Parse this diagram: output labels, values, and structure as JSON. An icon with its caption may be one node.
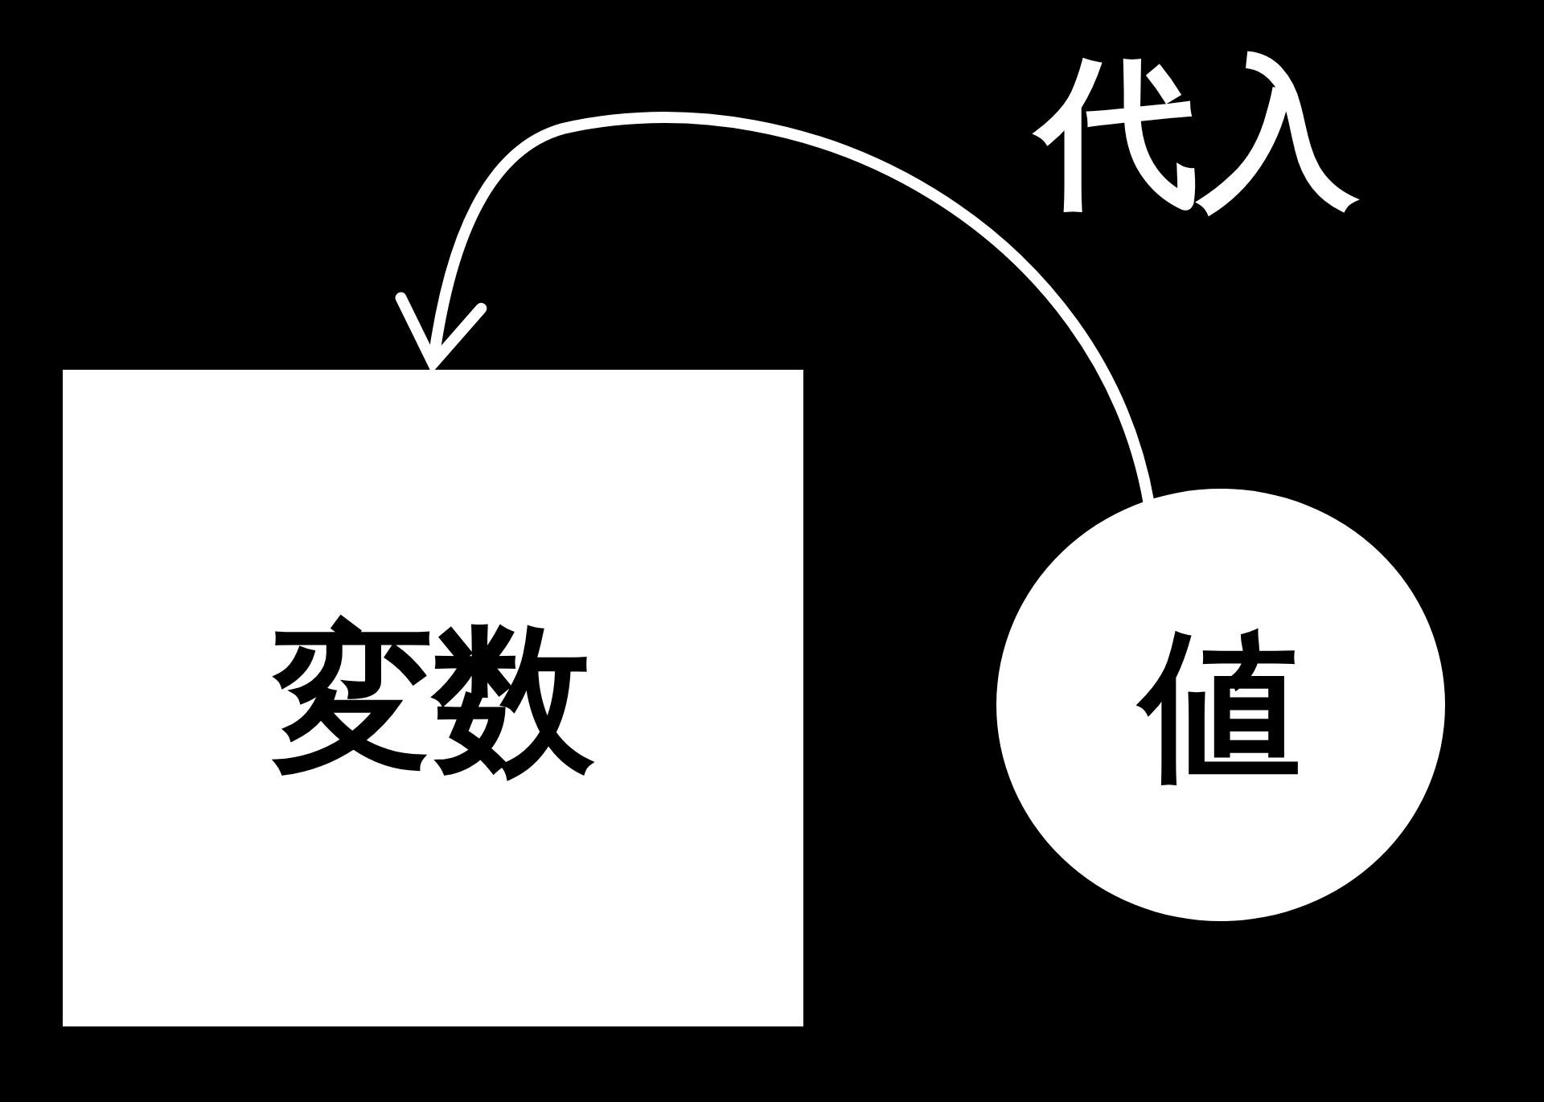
{
  "diagram": {
    "nodes": [
      {
        "text": [
          "変数"
        ]
      },
      {
        "text": [
          "値"
        ]
      }
    ],
    "edges": [
      {
        "from": 1,
        "to": 0,
        "arrow": "to",
        "label": "代入"
      }
    ]
  }
}
